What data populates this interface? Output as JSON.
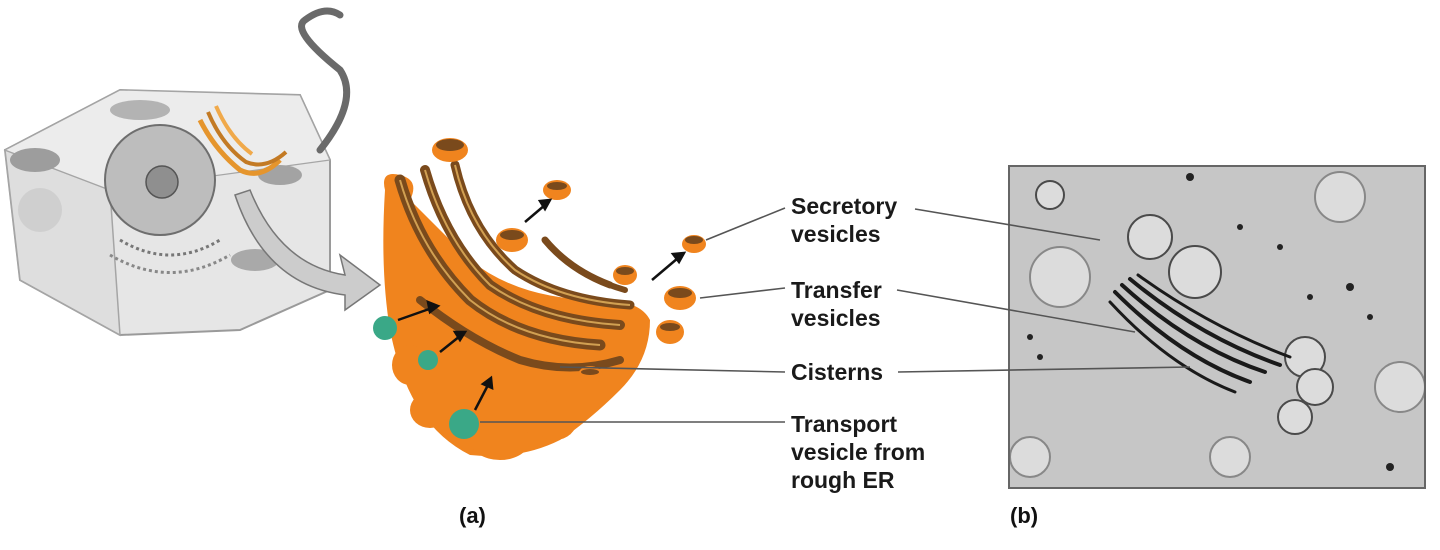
{
  "figure": {
    "topic": "Golgi apparatus",
    "panels": [
      {
        "id": "a",
        "label": "(a)",
        "description": "Illustration of cell and Golgi apparatus"
      },
      {
        "id": "b",
        "label": "(b)",
        "description": "Electron micrograph of Golgi apparatus"
      }
    ],
    "labels": [
      {
        "text": "Secretory\nvesicles"
      },
      {
        "text": "Transfer\nvesicles"
      },
      {
        "text": "Cisterns"
      },
      {
        "text": "Transport\nvesicle from\nrough ER"
      }
    ],
    "colors": {
      "golgi_orange": "#f0841e",
      "golgi_dark": "#7a4a1c",
      "vesicle_green": "#3aa887",
      "cell_gray": "#d9d9d9",
      "arrow_gray": "#c8c8c8",
      "leader_line": "#555555"
    }
  }
}
